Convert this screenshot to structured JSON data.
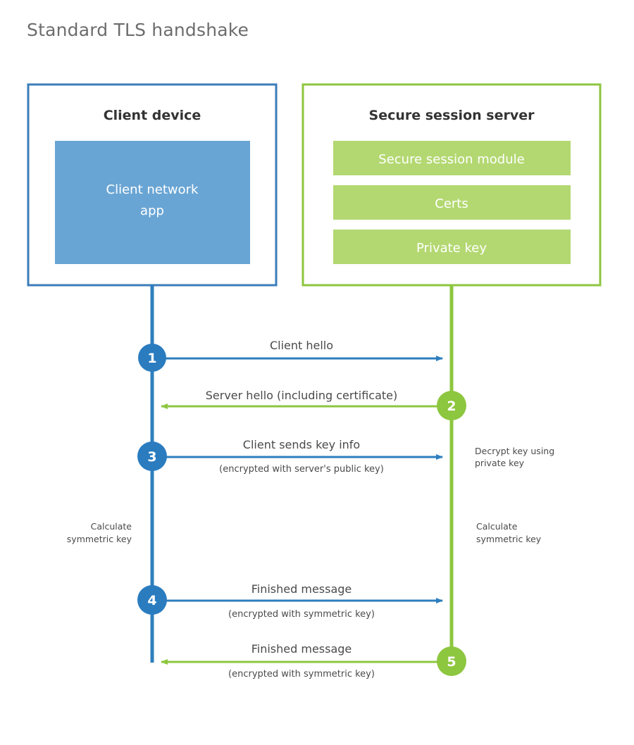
{
  "title": "Standard TLS handshake",
  "colors": {
    "client_border": "#3b7cb8",
    "client_fill": "#69a5d4",
    "client_line": "#2e7ebd",
    "client_circle": "#2a7cbf",
    "server_border": "#8dc63f",
    "server_fill": "#b3d871",
    "server_line": "#8dc63f",
    "server_circle": "#8dc63f",
    "title_text": "#6d6d6d",
    "label_text": "#4a4a4a",
    "box_title_text": "#333333",
    "background": "#ffffff"
  },
  "client": {
    "title": "Client device",
    "component": "Client network app"
  },
  "server": {
    "title": "Secure session server",
    "components": [
      "Secure session module",
      "Certs",
      "Private key"
    ]
  },
  "messages": [
    {
      "number": "1",
      "label": "Client hello",
      "sublabel": "",
      "direction": "client-to-server",
      "actor": "client"
    },
    {
      "number": "2",
      "label": "Server hello (including certificate)",
      "sublabel": "",
      "direction": "server-to-client",
      "actor": "server"
    },
    {
      "number": "3",
      "label": "Client sends key info",
      "sublabel": "(encrypted with server's public key)",
      "direction": "client-to-server",
      "actor": "client"
    },
    {
      "number": "4",
      "label": "Finished message",
      "sublabel": "(encrypted with symmetric key)",
      "direction": "client-to-server",
      "actor": "client"
    },
    {
      "number": "5",
      "label": "Finished message",
      "sublabel": "(encrypted with symmetric key)",
      "direction": "server-to-client",
      "actor": "server"
    }
  ],
  "notes": {
    "decrypt": {
      "line1": "Decrypt key using",
      "line2": "private key"
    },
    "client_calc": {
      "line1": "Calculate",
      "line2": "symmetric key"
    },
    "server_calc": {
      "line1": "Calculate",
      "line2": "symmetric key"
    }
  }
}
